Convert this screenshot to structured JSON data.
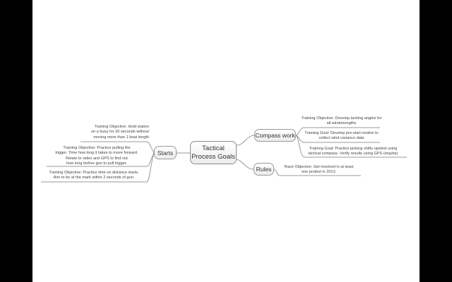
{
  "central": {
    "line1": "Tactical",
    "line2": "Process Goals"
  },
  "topics": {
    "starts": "Starts",
    "compass": "Compass work",
    "rules": "Rules"
  },
  "leaves": {
    "starts_1": [
      "Training Objective:  Hold station",
      "on a buoy for 20 seconds without",
      "moving more than 1 boat length"
    ],
    "starts_2": [
      "Training Objective:  Practice pulling the",
      "trigger.  Time how long it takes to move forward.",
      "Relate to video and GPS to find out",
      "how long before gun to pull trigger."
    ],
    "starts_3": [
      "Training Objective:  Practice time on distance starts.",
      "Aim to be at the mark within 2 seconds of gun."
    ],
    "compass_1": [
      "Training Objective:  Develop tacking angles for",
      "all windstrengths"
    ],
    "compass_2": [
      "Training Goal:  Develop pre-start routine to",
      "collect wind variance data"
    ],
    "compass_3": [
      "Training Goal:  Practice picking shifts upwind using",
      "tactical compass.  Verify results using GPS (maybe)"
    ],
    "rules_1": [
      "Race Objective:  Get involved in at least",
      "one protest in 2013."
    ]
  },
  "colors": {
    "background": "#000000",
    "slide": "#ffffff",
    "line": "#9a9a9a",
    "text": "#444444"
  }
}
